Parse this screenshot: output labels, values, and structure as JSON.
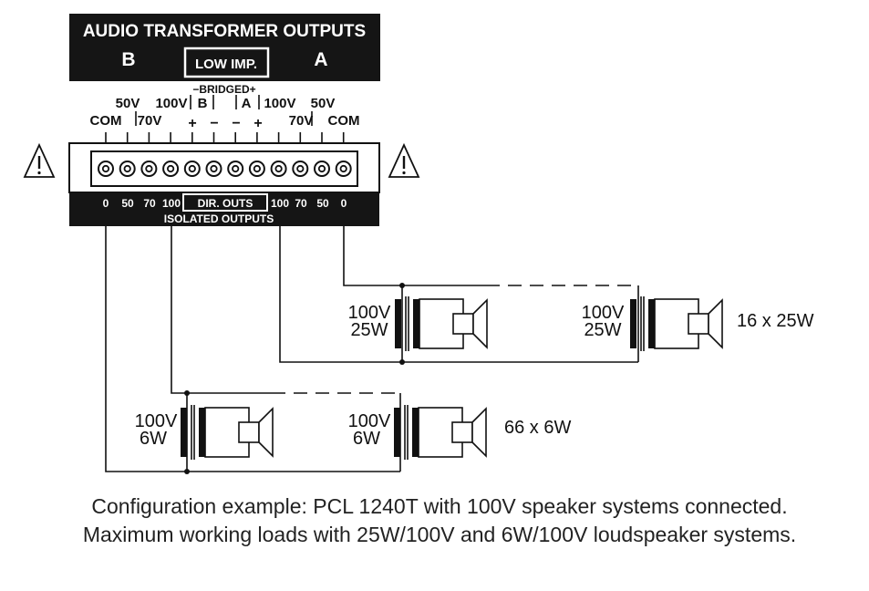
{
  "header": {
    "title": "AUDIO TRANSFORMER OUTPUTS",
    "side_b": "B",
    "side_a": "A",
    "low_imp": "LOW IMP."
  },
  "terminal_labels": {
    "bridged": "−BRIDGED+",
    "b_50v": "50V",
    "b_com": "COM",
    "b_70v": "70V",
    "b_100v": "100V",
    "bridge_b": "B",
    "bridge_a": "A",
    "plus_1": "+",
    "minus_1": "−",
    "minus_2": "−",
    "plus_2": "+",
    "a_100v": "100V",
    "a_50v": "50V",
    "a_70v": "70V",
    "a_com": "COM"
  },
  "terminal_count": 12,
  "bottom_bar": {
    "b_taps": [
      "0",
      "50",
      "70",
      "100"
    ],
    "dir_outs": "DIR. OUTS",
    "a_taps": [
      "100",
      "70",
      "50",
      "0"
    ],
    "isolated": "ISOLATED OUTPUTS"
  },
  "warning_icon": "warning-triangle-icon",
  "line_100v": {
    "spk1_v": "100V",
    "spk1_w": "25W",
    "spk2_v": "100V",
    "spk2_w": "25W",
    "count": "16 x 25W"
  },
  "line_b": {
    "spk1_v": "100V",
    "spk1_w": "6W",
    "spk2_v": "100V",
    "spk2_w": "6W",
    "count": "66 x 6W"
  },
  "caption": {
    "line1": "Configuration example: PCL 1240T with 100V speaker systems connected.",
    "line2": "Maximum working loads with 25W/100V and 6W/100V loudspeaker systems."
  }
}
